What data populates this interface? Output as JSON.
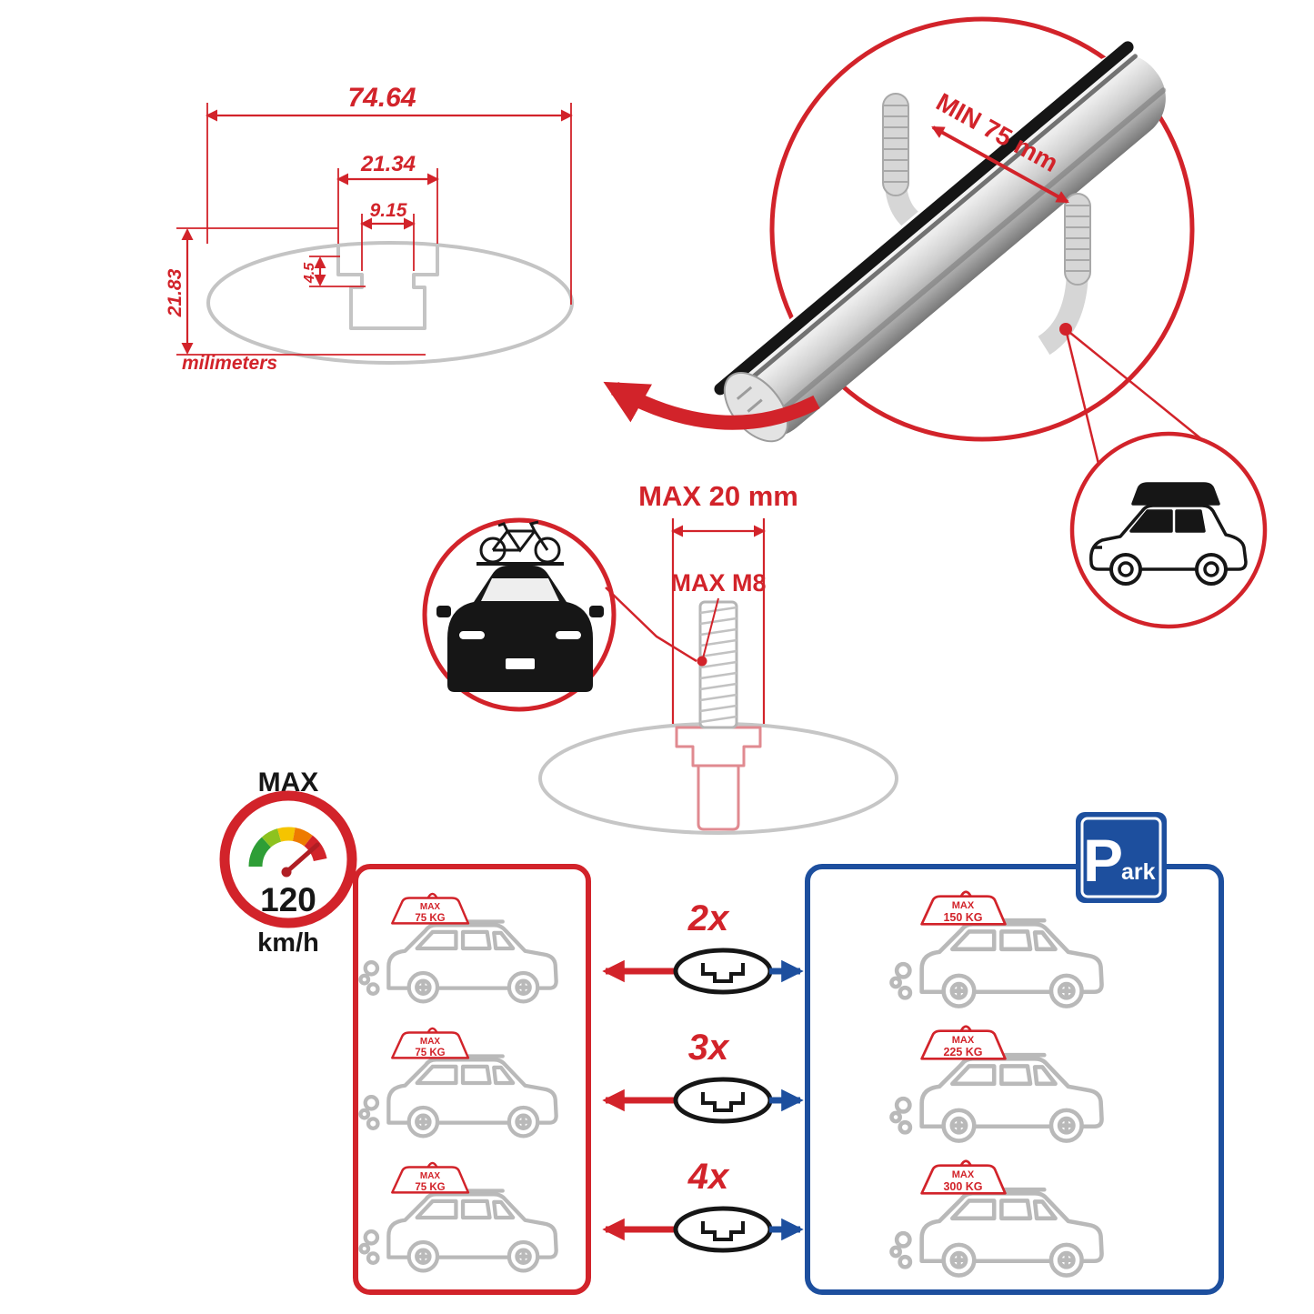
{
  "colors": {
    "red": "#d2232a",
    "blue": "#1d4f9e",
    "gray_line": "#c4c4c4",
    "black": "#161616",
    "silver": "#cfcfcf"
  },
  "cross_section": {
    "dim_total_width": "74.64",
    "dim_opening_width": "21.34",
    "dim_slot_width": "9.15",
    "dim_step_depth": "4.5",
    "dim_height": "21.83",
    "unit_label": "milimeters"
  },
  "bar_closeup": {
    "min_clamp_label": "MIN 75 mm"
  },
  "bolt_diagram": {
    "max_width_label": "MAX 20 mm",
    "max_thread_label": "MAX M8"
  },
  "speed_gauge": {
    "title": "MAX",
    "value": "120",
    "unit": "km/h"
  },
  "park_sign": {
    "letter": "P",
    "suffix": "ark"
  },
  "capacity_left": [
    {
      "line1": "MAX",
      "line2": "75 KG"
    },
    {
      "line1": "MAX",
      "line2": "75 KG"
    },
    {
      "line1": "MAX",
      "line2": "75 KG"
    }
  ],
  "capacity_right": [
    {
      "line1": "MAX",
      "line2": "150 KG"
    },
    {
      "line1": "MAX",
      "line2": "225 KG"
    },
    {
      "line1": "MAX",
      "line2": "300 KG"
    }
  ],
  "bar_counts": [
    "2x",
    "3x",
    "4x"
  ]
}
